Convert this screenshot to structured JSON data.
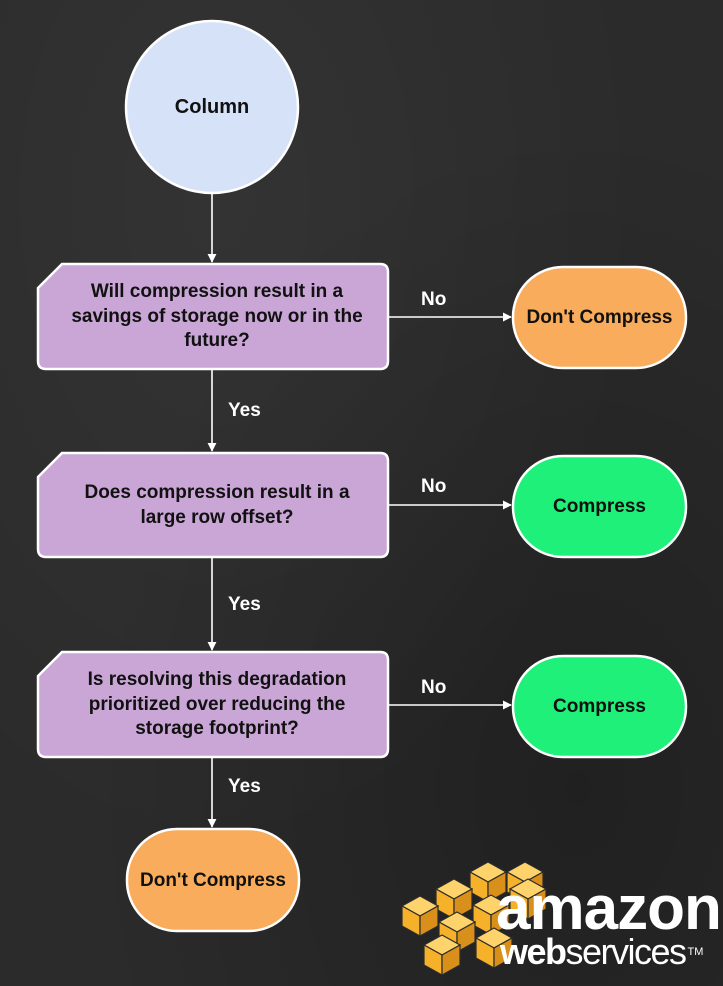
{
  "colors": {
    "background": "#2b2b2b",
    "start_fill": "#d6e2f8",
    "decision_fill": "#c9a6d6",
    "dont_compress_fill": "#f8ac5c",
    "compress_fill": "#1ef07a",
    "stroke": "#ffffff",
    "logo_cube": "#f5b12a"
  },
  "nodes": {
    "start": {
      "label": "Column"
    },
    "decision1": {
      "label": "Will compression result in a savings of storage now or in the future?"
    },
    "decision2": {
      "label": "Does compression result in a large row offset?"
    },
    "decision3": {
      "label": "Is resolving this degradation prioritized over reducing the storage footprint?"
    },
    "result1": {
      "label": "Don't Compress"
    },
    "result2": {
      "label": "Compress"
    },
    "result3": {
      "label": "Compress"
    },
    "result4": {
      "label": "Don't Compress"
    }
  },
  "edges": {
    "d1_no": "No",
    "d1_yes": "Yes",
    "d2_no": "No",
    "d2_yes": "Yes",
    "d3_no": "No",
    "d3_yes": "Yes"
  },
  "logo": {
    "brand": "amazon",
    "tagline_a": "web",
    "tagline_b": "services",
    "tm": "TM"
  }
}
